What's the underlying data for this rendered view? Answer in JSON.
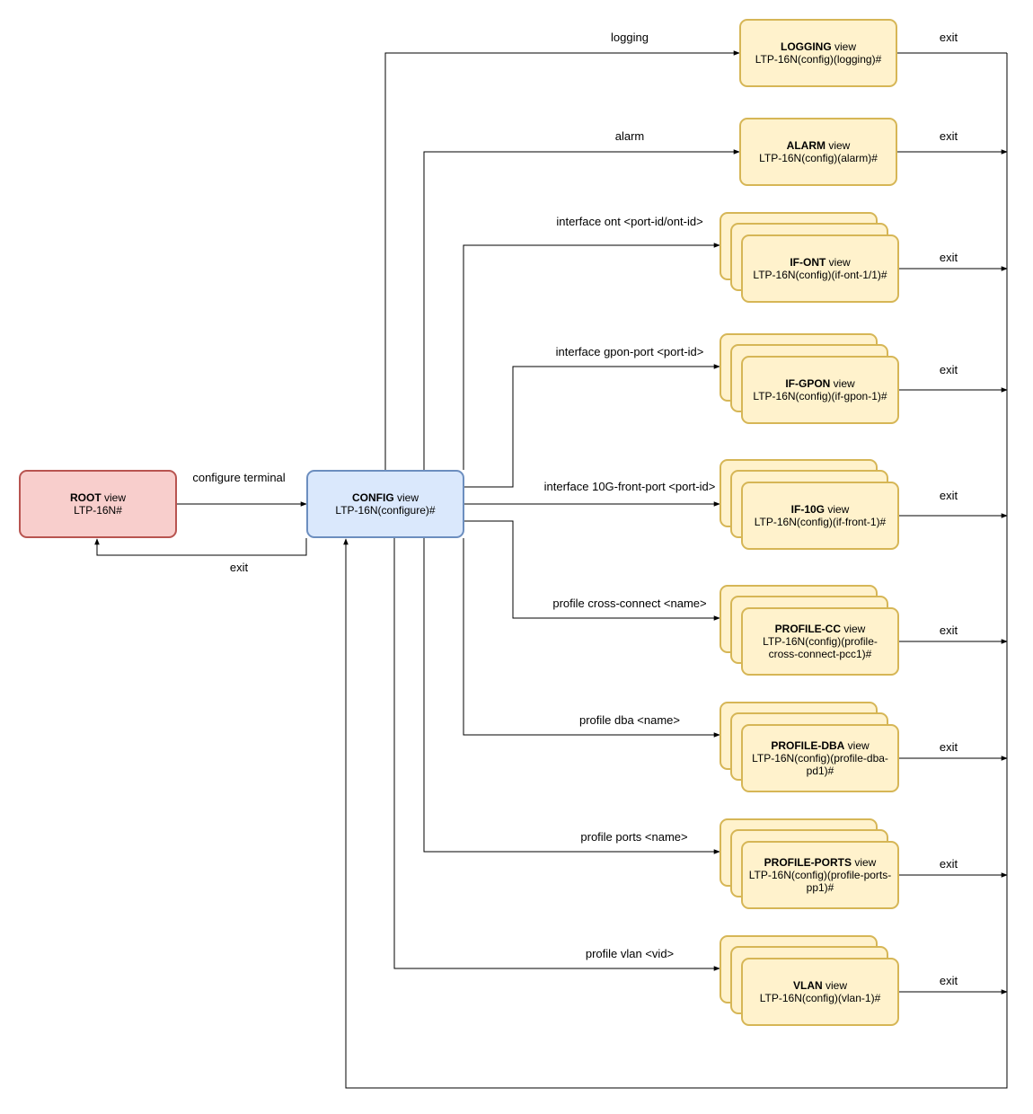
{
  "root": {
    "name": "ROOT",
    "suffix": " view",
    "prompt": "LTP-16N#"
  },
  "config": {
    "name": "CONFIG",
    "suffix": " view",
    "prompt": "LTP-16N(configure)#"
  },
  "edges": {
    "configure_terminal": "configure terminal",
    "exit_to_root": "exit"
  },
  "views": [
    {
      "name": "LOGGING",
      "suffix": " view",
      "prompt": "LTP-16N(config)(logging)#",
      "command": "logging",
      "exit": "exit"
    },
    {
      "name": "ALARM",
      "suffix": " view",
      "prompt": "LTP-16N(config)(alarm)#",
      "command": "alarm",
      "exit": "exit"
    },
    {
      "name": "IF-ONT",
      "suffix": " view",
      "prompt": "LTP-16N(config)(if-ont-1/1)#",
      "command": "interface ont <port-id/ont-id>",
      "exit": "exit"
    },
    {
      "name": "IF-GPON",
      "suffix": " view",
      "prompt": "LTP-16N(config)(if-gpon-1)#",
      "command": "interface gpon-port <port-id>",
      "exit": "exit"
    },
    {
      "name": "IF-10G",
      "suffix": " view",
      "prompt": "LTP-16N(config)(if-front-1)#",
      "command": "interface 10G-front-port <port-id>",
      "exit": "exit"
    },
    {
      "name": "PROFILE-CC",
      "suffix": " view",
      "prompt": "LTP-16N(config)(profile-cross-connect-pcc1)#",
      "command": "profile cross-connect <name>",
      "exit": "exit"
    },
    {
      "name": "PROFILE-DBA",
      "suffix": " view",
      "prompt": "LTP-16N(config)(profile-dba-pd1)#",
      "command": "profile dba <name>",
      "exit": "exit"
    },
    {
      "name": "PROFILE-PORTS",
      "suffix": " view",
      "prompt": "LTP-16N(config)(profile-ports-pp1)#",
      "command": "profile ports <name>",
      "exit": "exit"
    },
    {
      "name": "VLAN",
      "suffix": " view",
      "prompt": "LTP-16N(config)(vlan-1)#",
      "command": "profile vlan <vid>",
      "exit": "exit"
    }
  ]
}
